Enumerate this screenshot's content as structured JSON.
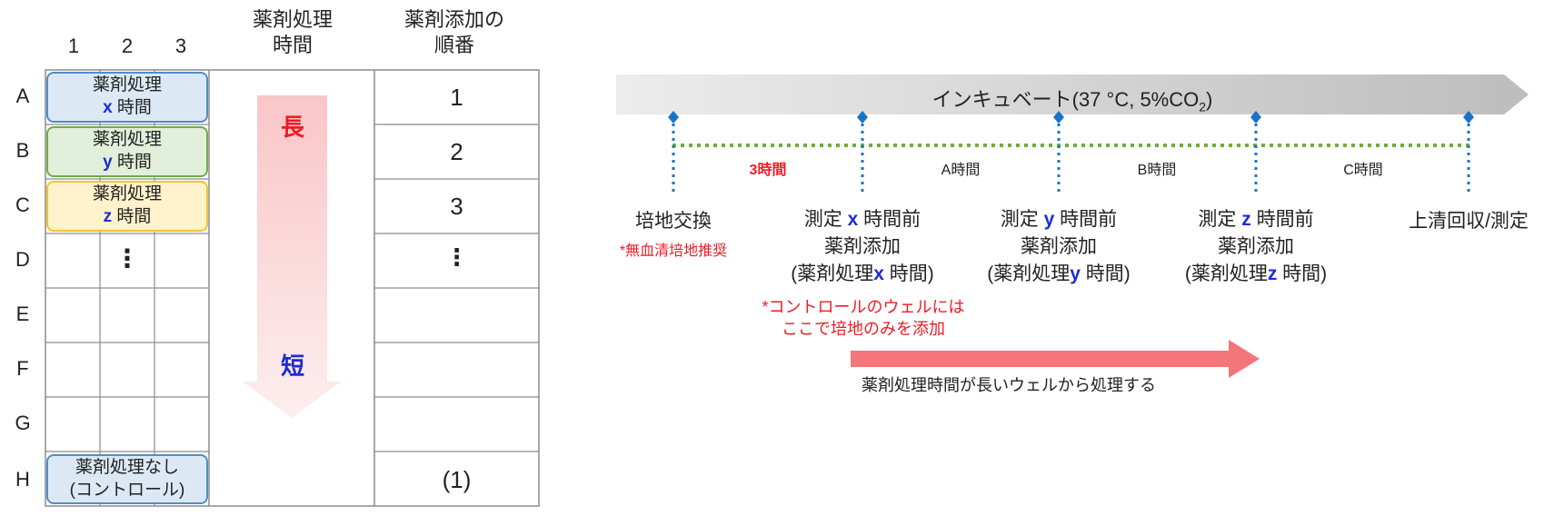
{
  "plate": {
    "col_headers": [
      "1",
      "2",
      "3"
    ],
    "row_labels": [
      "A",
      "B",
      "C",
      "D",
      "E",
      "F",
      "G",
      "H"
    ],
    "treat_time_header": [
      "薬剤処理",
      "時間"
    ],
    "order_header": [
      "薬剤添加の",
      "順番"
    ],
    "order_values": [
      "1",
      "2",
      "3",
      "⋮",
      "",
      "",
      "",
      "(1)"
    ],
    "well_dots": "⋮",
    "pills": [
      {
        "line1": "薬剤処理",
        "var": "x",
        "suffix": " 時間",
        "fill": "#dce9f5",
        "border": "#4f8ec9"
      },
      {
        "line1": "薬剤処理",
        "var": "y",
        "suffix": " 時間",
        "fill": "#e2efda",
        "border": "#70ad47"
      },
      {
        "line1": "薬剤処理",
        "var": "z",
        "suffix": " 時間",
        "fill": "#fff2cc",
        "border": "#f2c230"
      }
    ],
    "control_pill": {
      "line1": "薬剤処理なし",
      "line2": "(コントロール)",
      "fill": "#dce9f5",
      "border": "#4f8ec9"
    },
    "long_label": "長",
    "short_label": "短"
  },
  "timeline": {
    "banner_prefix": "インキュベート(37 °C, 5%CO",
    "banner_sub": "2",
    "banner_suffix": ")",
    "intervals": [
      "3時間",
      "A時間",
      "B時間",
      "C時間"
    ],
    "events": [
      {
        "pre": "培地交換",
        "var": "",
        "post": ""
      },
      {
        "pre": "測定 ",
        "var": "x",
        "post": " 時間前"
      },
      {
        "pre": "測定 ",
        "var": "y",
        "post": " 時間前"
      },
      {
        "pre": "測定 ",
        "var": "z",
        "post": " 時間前"
      },
      {
        "pre": "上清回収/測定",
        "var": "",
        "post": ""
      }
    ],
    "add_label": "薬剤添加",
    "paren_pre": "(薬剤処理",
    "paren_post": " 時間)",
    "paren_vars": [
      "x",
      "y",
      "z"
    ],
    "serum_note": "*無血清培地推奨",
    "control_note": [
      "*コントロールのウェルには",
      "ここで培地のみを添加"
    ],
    "order_caption": "薬剤処理時間が長いウェルから処理する"
  },
  "colors": {
    "accent_blue": "#1f2bd6",
    "note_red": "#ee1c25",
    "marker_blue": "#1a73c6",
    "dotted_green": "#6fae3a",
    "arrow_pink": "#f4767a",
    "grid_gray": "#8c8c8c"
  }
}
